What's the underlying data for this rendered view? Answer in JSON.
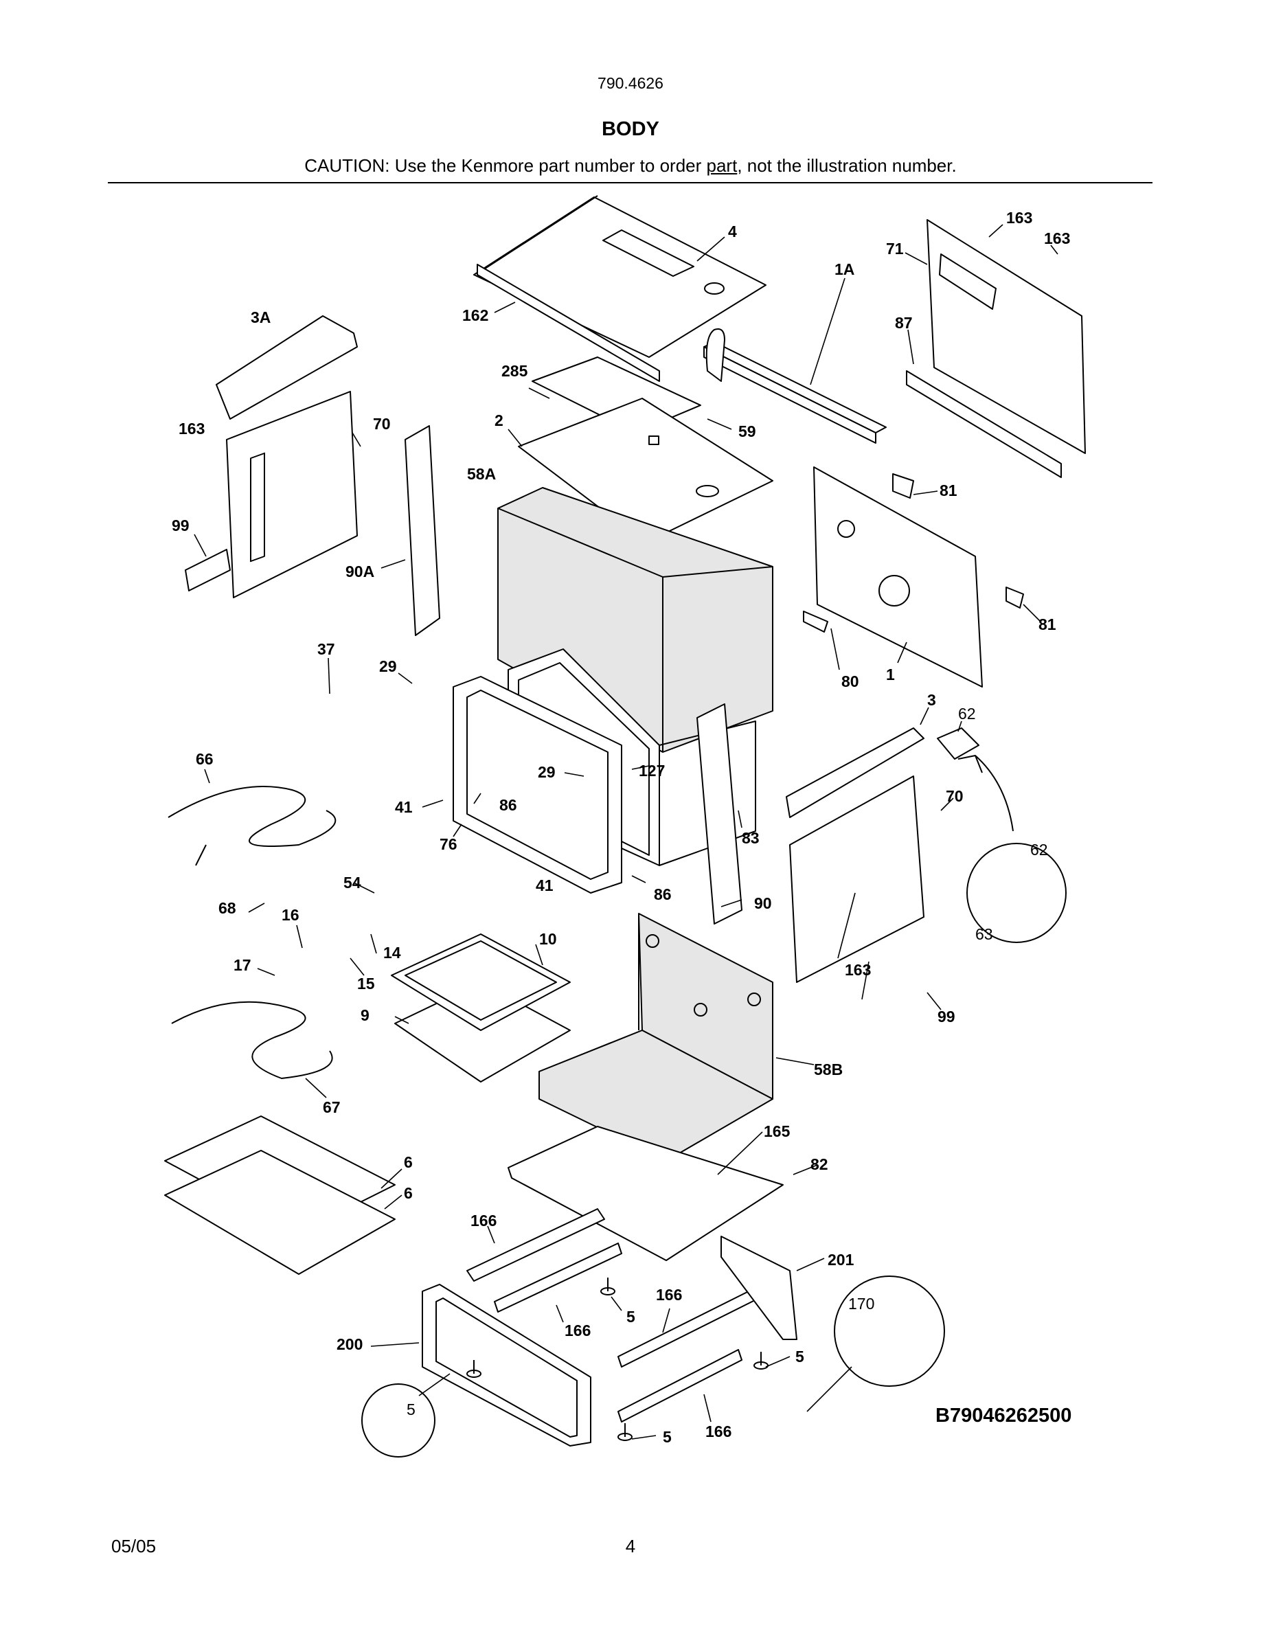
{
  "header": {
    "model": "790.4626",
    "title": "BODY",
    "caution_prefix": "CAUTION: Use the Kenmore part number to order ",
    "caution_underlined": "part",
    "caution_suffix": ", not the illustration number."
  },
  "callouts": {
    "c4": "4",
    "c163a": "163",
    "c163b": "163",
    "c71": "71",
    "c3A": "3A",
    "c162": "162",
    "c87": "87",
    "c285": "285",
    "c1A": "1A",
    "c163c": "163",
    "c70a": "70",
    "c2": "2",
    "c59": "59",
    "c58A": "58A",
    "c81a": "81",
    "c99a": "99",
    "c90A": "90A",
    "c81b": "81",
    "c37": "37",
    "c29a": "29",
    "c80": "80",
    "c1": "1",
    "c3": "3",
    "c62a": "62",
    "c66": "66",
    "c29b": "29",
    "c127": "127",
    "c41a": "41",
    "c86a": "86",
    "c76": "76",
    "c70b": "70",
    "c83": "83",
    "c62b": "62",
    "c54": "54",
    "c41b": "41",
    "c86b": "86",
    "c90": "90",
    "c68": "68",
    "c16": "16",
    "c14": "14",
    "c10": "10",
    "c63": "63",
    "c17": "17",
    "c15": "15",
    "c163d": "163",
    "c9": "9",
    "c99b": "99",
    "c58B": "58B",
    "c67": "67",
    "c165": "165",
    "c6a": "6",
    "c82": "82",
    "c6b": "6",
    "c166a": "166",
    "c201": "201",
    "c166b": "166",
    "c170": "170",
    "c5a": "5",
    "c166c": "166",
    "c200": "200",
    "c5b": "5",
    "c5c": "5",
    "c166d": "166",
    "c5d": "5"
  },
  "diagram_code": "B79046262500",
  "footer": {
    "date": "05/05",
    "page": "4"
  }
}
